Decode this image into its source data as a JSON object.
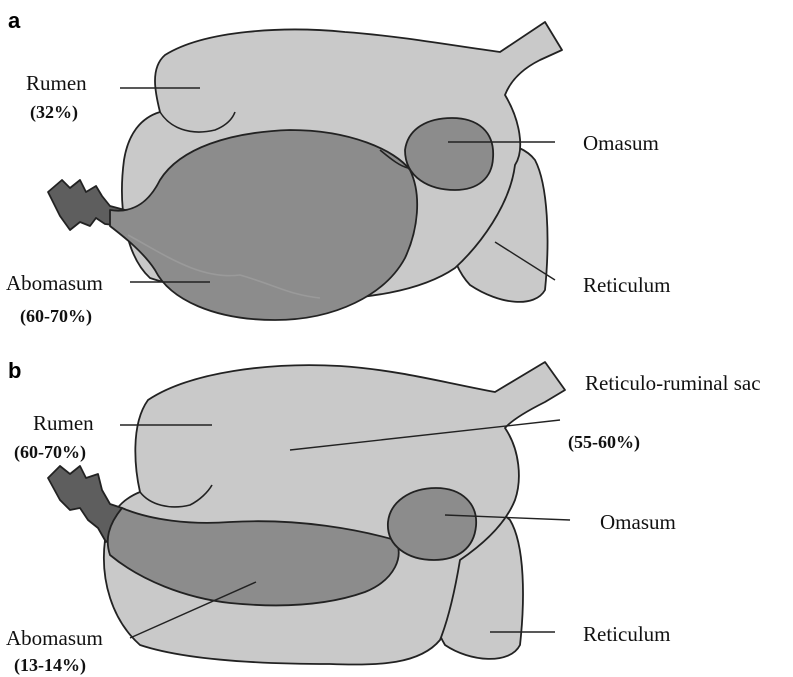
{
  "panels": [
    {
      "letter": "a",
      "labels": {
        "rumen": "Rumen",
        "rumen_pct": "(32%)",
        "omasum": "Omasum",
        "abomasum": "Abomasum",
        "abomasum_pct": "(60-70%)",
        "reticulum": "Reticulum"
      }
    },
    {
      "letter": "b",
      "labels": {
        "rumen": "Rumen",
        "rumen_pct": "(60-70%)",
        "reticulo_ruminal_sac": "Reticulo-ruminal sac",
        "reticulo_ruminal_sac_pct": "(55-60%)",
        "omasum": "Omasum",
        "abomasum": "Abomasum",
        "abomasum_pct": "(13-14%)",
        "reticulum": "Reticulum"
      }
    }
  ],
  "colors": {
    "background": "#ffffff",
    "rumen_reticulum": "#c9c9c9",
    "abomasum": "#8c8c8c",
    "omasum": "#8c8c8c",
    "duodenum": "#5e5e5e",
    "outline": "#222222"
  }
}
